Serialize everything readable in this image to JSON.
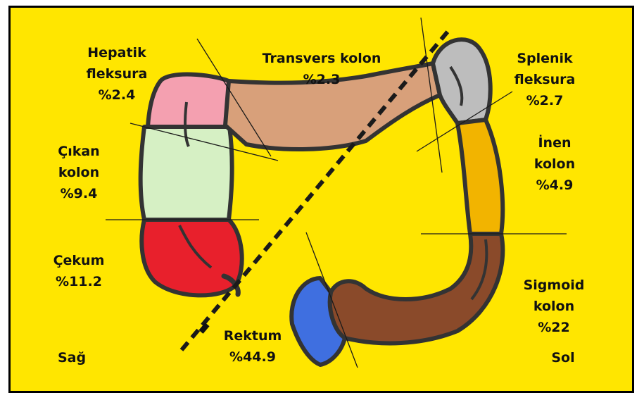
{
  "colors": {
    "background": "#FFE600",
    "hepatic": "#F4A0B0",
    "transverse": "#D8A07A",
    "splenic": "#BDBDBD",
    "descending": "#F2B400",
    "ascending": "#D6F0C4",
    "cecum": "#E8202C",
    "sigmoid": "#8A4A2A",
    "rectum": "#3F6FE0",
    "outline": "#333333"
  },
  "labels": {
    "hepatic": [
      "Hepatik",
      "fleksura",
      "%2.4"
    ],
    "transverse": [
      "Transvers kolon",
      "%2.3"
    ],
    "splenic": [
      "Splenik",
      "fleksura",
      "%2.7"
    ],
    "ascending": [
      "Çıkan",
      "kolon",
      "%9.4"
    ],
    "descending": [
      "İnen",
      "kolon",
      "%4.9"
    ],
    "cecum": [
      "Çekum",
      "%11.2"
    ],
    "sigmoid": [
      "Sigmoid",
      "kolon",
      "%22"
    ],
    "rectum": [
      "Rektum",
      "%44.9"
    ],
    "right_side": "Sağ",
    "left_side": "Sol"
  }
}
